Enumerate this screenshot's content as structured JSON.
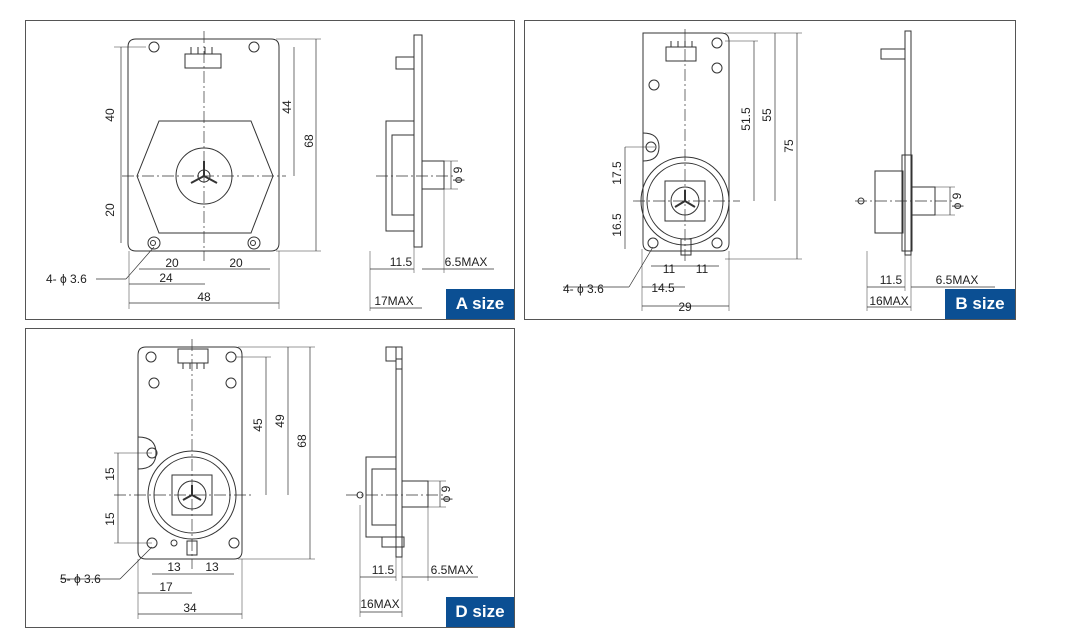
{
  "panels": {
    "a": {
      "badge": "A size",
      "front": {
        "d40": "40",
        "d20_left": "20",
        "d44": "44",
        "d68": "68",
        "d20_bl": "20",
        "d20_br": "20",
        "d24": "24",
        "d48": "48",
        "holes": "4- ϕ 3.6"
      },
      "side": {
        "phi9": "ϕ 9",
        "d11_5": "11.5",
        "max6_5": "6.5MAX",
        "max17": "17MAX"
      }
    },
    "b": {
      "badge": "B size",
      "front": {
        "d51_5": "51.5",
        "d55": "55",
        "d75": "75",
        "d17_5": "17.5",
        "d16_5": "16.5",
        "d11_left": "11",
        "d11_right": "11",
        "d14_5": "14.5",
        "d29": "29",
        "holes": "4- ϕ 3.6"
      },
      "side": {
        "phi9": "ϕ 9",
        "d11_5": "11.5",
        "max6_5": "6.5MAX",
        "max16": "16MAX"
      }
    },
    "d": {
      "badge": "D size",
      "front": {
        "d45": "45",
        "d49": "49",
        "d68": "68",
        "d15_top": "15",
        "d15_bot": "15",
        "d13_left": "13",
        "d13_right": "13",
        "d17": "17",
        "d34": "34",
        "holes": "5- ϕ 3.6"
      },
      "side": {
        "phi9": "ϕ 9",
        "d11_5": "11.5",
        "max6_5": "6.5MAX",
        "max16": "16MAX"
      }
    }
  },
  "colors": {
    "badge": "#0b4f93",
    "line": "#333333"
  }
}
